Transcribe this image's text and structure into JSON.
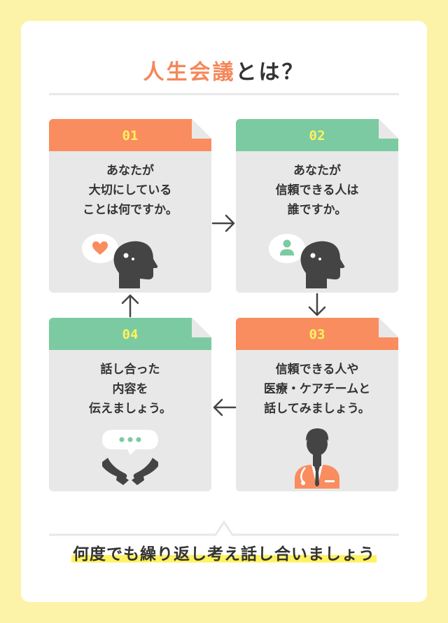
{
  "title": {
    "accent": "人生会議",
    "rest": "とは？"
  },
  "steps": [
    {
      "number": "01",
      "lines": [
        "あなたが",
        "大切にしている",
        "ことは何ですか。"
      ],
      "color": "#f98d60",
      "icon": "head-heart-thought-icon"
    },
    {
      "number": "02",
      "lines": [
        "あなたが",
        "信頼できる人は",
        "誰ですか。"
      ],
      "color": "#7ccaa1",
      "icon": "head-person-thought-icon"
    },
    {
      "number": "03",
      "lines": [
        "信頼できる人や",
        "医療・ケアチームと",
        "話してみましょう。"
      ],
      "color": "#f98d60",
      "icon": "doctor-icon"
    },
    {
      "number": "04",
      "lines": [
        "話し合った",
        "内容を",
        "伝えましょう。"
      ],
      "color": "#7ccaa1",
      "icon": "hands-speech-bubble-icon"
    }
  ],
  "footer": "何度でも繰り返し考え話し合いましょう",
  "colors": {
    "orange": "#f98d60",
    "green": "#7ccaa1",
    "yellow": "#fff25e",
    "background": "#fdf3a8",
    "dark": "#444444"
  }
}
